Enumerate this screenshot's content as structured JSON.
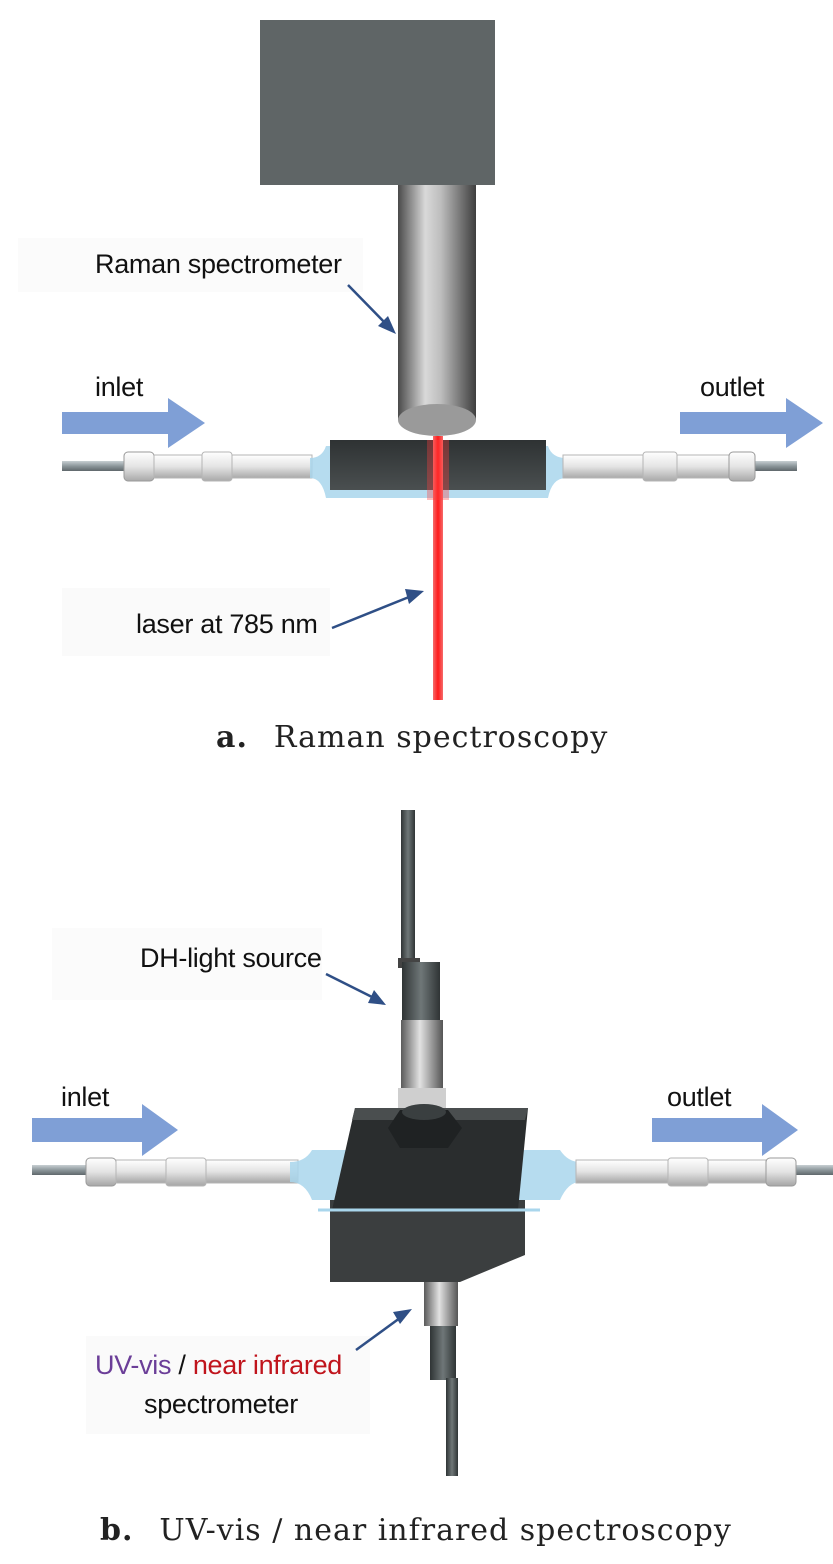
{
  "panel_a": {
    "labels": {
      "spectrometer": "Raman spectrometer",
      "inlet": "inlet",
      "outlet": "outlet",
      "laser": "laser at 785 nm"
    },
    "caption": {
      "letter": "a.",
      "text": "Raman spectroscopy"
    }
  },
  "panel_b": {
    "labels": {
      "light_source": "DH-light source",
      "inlet": "inlet",
      "outlet": "outlet",
      "uvvis": "UV-vis",
      "slash": " / ",
      "nir": "near infrared",
      "spectrometer": "spectrometer"
    },
    "caption": {
      "letter": "b.",
      "text": "UV-vis / near infrared spectroscopy"
    }
  },
  "colors": {
    "arrow_fill": "#7f9fd6",
    "pointer": "#2f4f86",
    "laser": "#ee2020",
    "housing": "#5f6566",
    "uvvis_text": "#6b3e98",
    "nir_text": "#c0141c"
  }
}
